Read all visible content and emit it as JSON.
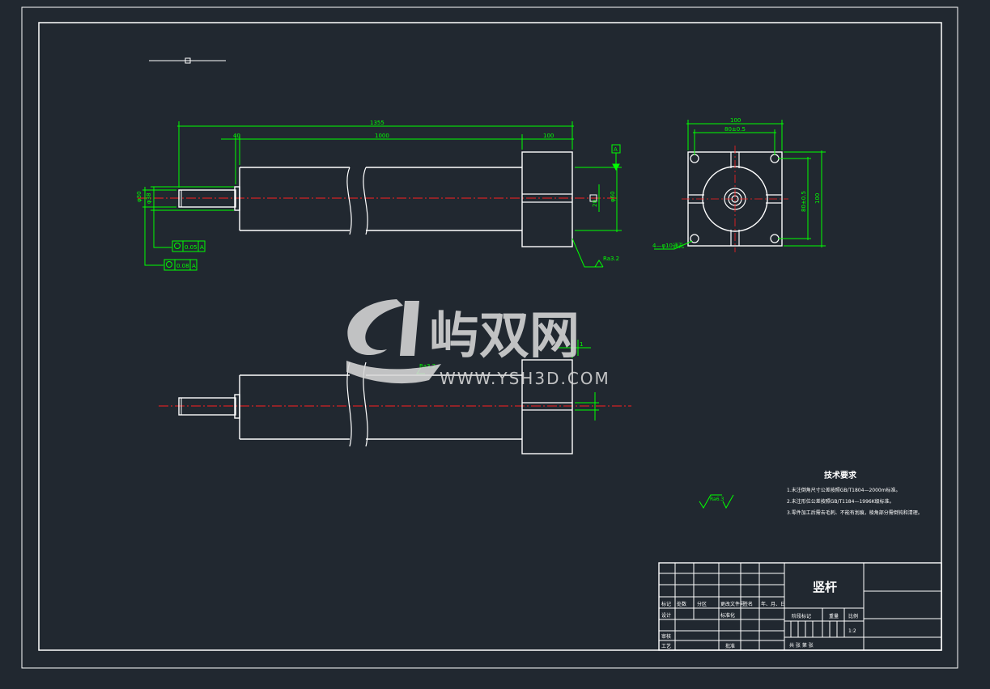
{
  "drawing": {
    "title": "竖杆",
    "scale": "1:2",
    "dimensions": {
      "overall_length": "1355",
      "body_length": "1000",
      "flange_length": "100",
      "small_offset": "40",
      "top_width": "100",
      "top_inner_width": "80±0.5",
      "side_height": "100",
      "side_inner_height": "80±0.5",
      "hole_note": "4—φ10通孔",
      "bore_depth": "20",
      "shaft_dia_a": "φ30",
      "shaft_dia_b": "φ38",
      "tolerance_1": "0.05",
      "tolerance_2": "0.08",
      "datum": "A",
      "flange_dia": "φ60",
      "roughness_1": "Ra3.2",
      "roughness_2": "Ra6.3",
      "roughness_3": "Ra3.2",
      "side_view_label": "1"
    },
    "tech_requirements": {
      "heading": "技术要求",
      "items": [
        "1.未注倒角尺寸公差按照GB/T1804—2000m标准。",
        "2.未注形位公差按照GB/T1184—1996K级标准。",
        "3.零件加工后需去毛刺、不能有划痕，棱角部分需倒钝和清理。"
      ]
    },
    "title_block": {
      "row_labels": [
        "标记",
        "处数",
        "分区",
        "更改文件号",
        "签名",
        "年、月、日"
      ],
      "design_labels": [
        "设计",
        "标准化",
        "阶段标记",
        "重量",
        "比例"
      ],
      "review_label": "审核",
      "process_label": "工艺",
      "approve_label": "批准",
      "sheet_label": "共  张 第  张"
    }
  },
  "watermark": {
    "name": "屿双网",
    "url": "WWW.YSH3D.COM"
  },
  "colors": {
    "background": "#212830",
    "line_white": "#ffffff",
    "dimension_green": "#00ff00",
    "centerline_red": "#ff2020",
    "watermark": "#d8d8d8"
  }
}
